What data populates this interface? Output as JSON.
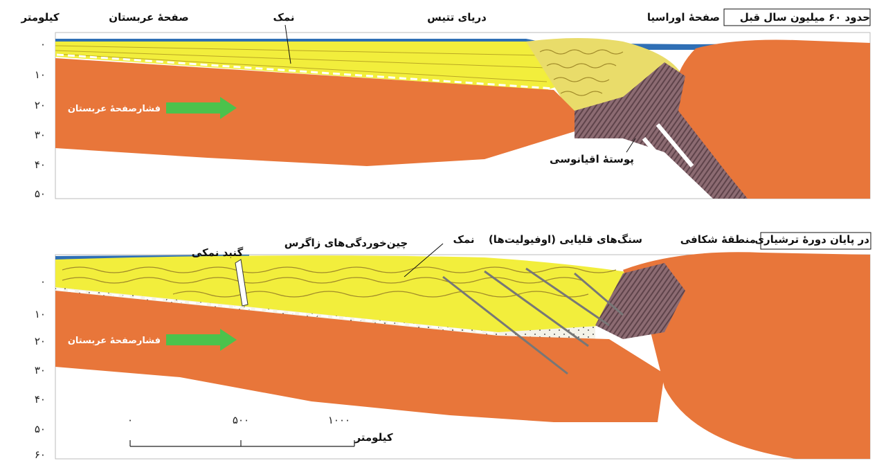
{
  "top_panel": {
    "unit_label": "کیلومتر",
    "time_label": "حدود ۶۰ میلیون سال قبل",
    "labels": {
      "arabian_plate": "صفحهٔ عربستان",
      "salt": "نمک",
      "tethys_sea": "دریای تتیس",
      "eurasian_plate": "صفحهٔ اوراسیا",
      "oceanic_crust": "پوستهٔ اقیانوسی",
      "pressure": "فشارصفحهٔ عربستان"
    },
    "depth_ticks": [
      "۰",
      "۱۰",
      "۲۰",
      "۳۰",
      "۴۰",
      "۵۰"
    ]
  },
  "bottom_panel": {
    "time_label": "در پایان دورهٔ ترشیاری",
    "labels": {
      "rift_zone": "منطقهٔ شکافی",
      "ophiolites": "سنگ‌های قلیایی (اوفیولیت‌ها)",
      "salt": "نمک",
      "zagros_folds": "چین‌خوردگی‌های زاگرس",
      "salt_dome": "گنبد نمکی",
      "pressure": "فشارصفحهٔ عربستان"
    },
    "depth_ticks": [
      "۰",
      "۱۰",
      "۲۰",
      "۳۰",
      "۴۰",
      "۵۰",
      "۶۰"
    ],
    "scale_bar": {
      "ticks": [
        "۰",
        "۵۰۰",
        "۱۰۰۰"
      ],
      "unit": "کیلومتر"
    }
  },
  "colors": {
    "mantle_orange": "#e8763a",
    "sediment_yellow": "#f2ee3c",
    "sea_blue": "#2f6fb5",
    "oceanic_purple": "#8c6b72",
    "arrow_green": "#4cc24c"
  }
}
